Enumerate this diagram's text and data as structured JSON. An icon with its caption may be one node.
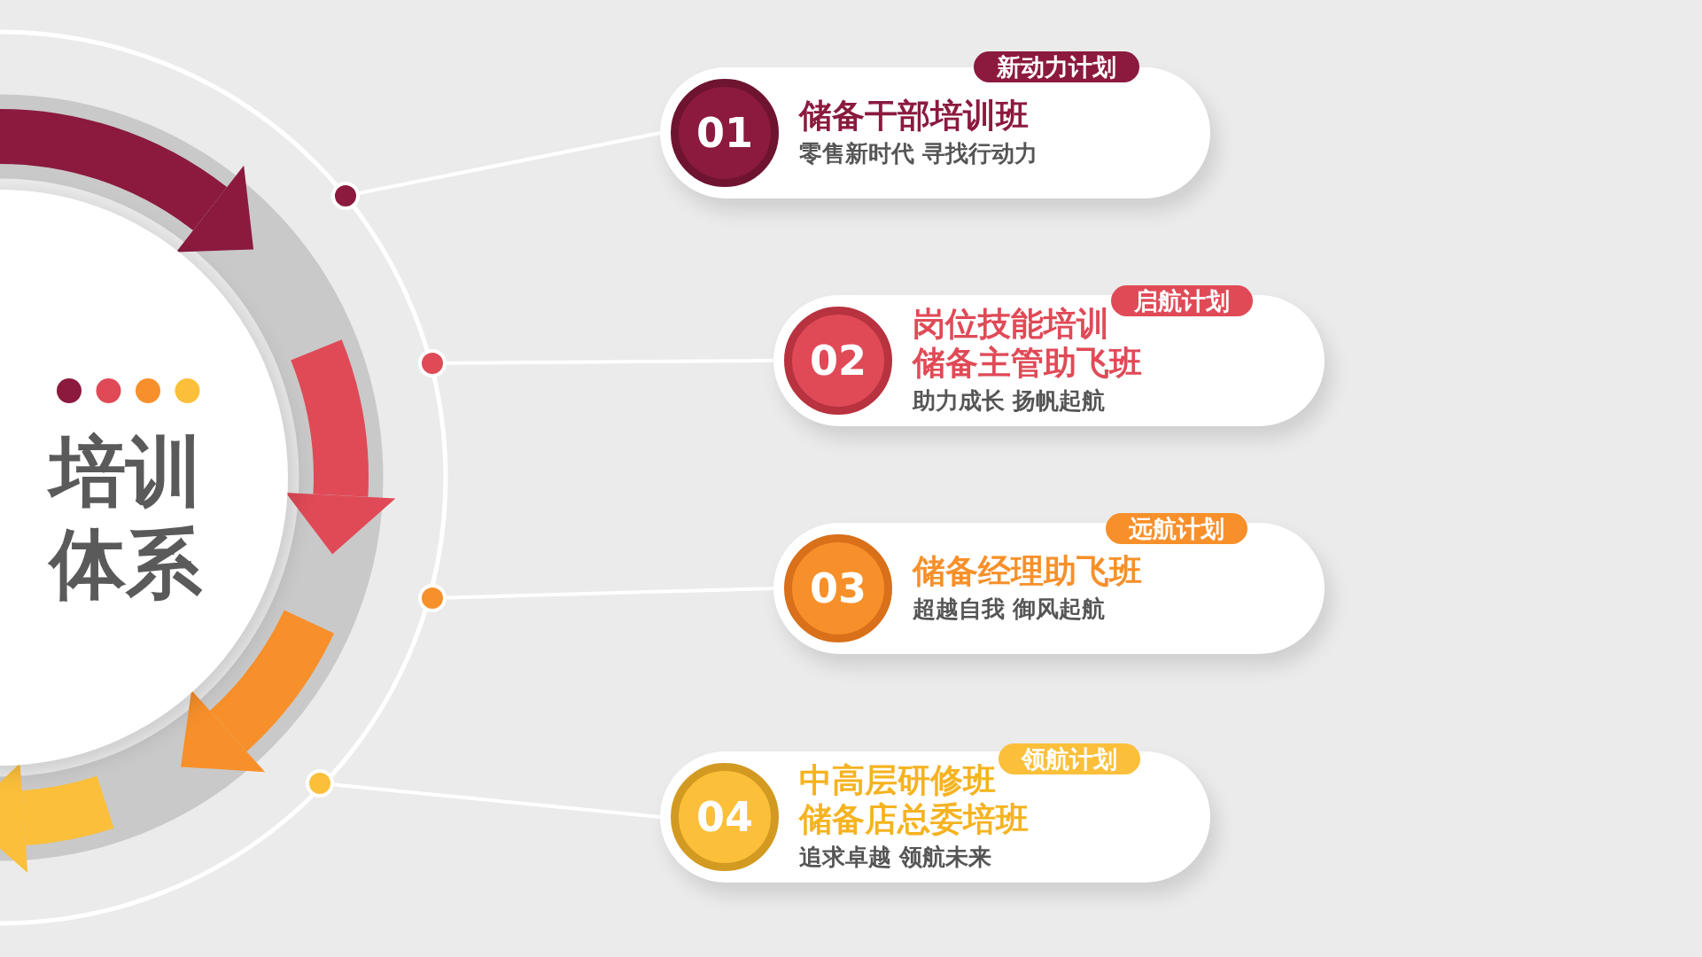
{
  "diagram": {
    "title": "培训体系",
    "nodes": [
      {
        "text": [],
        "shape": "circle"
      },
      {
        "text": [],
        "shape": "circle"
      },
      {
        "text": [],
        "shape": "circle"
      },
      {
        "text": [],
        "shape": "circle"
      },
      {
        "text": [
          "储备干部培训班",
          "零售新时代 寻找行动力"
        ]
      },
      {
        "text": [
          "01"
        ],
        "in": 4
      },
      {
        "text": [
          "新动力计划"
        ]
      },
      {
        "text": [
          "岗位技能培训",
          "储备主管助飞班",
          "助力成长 扬帆起航"
        ]
      },
      {
        "text": [
          "02"
        ],
        "in": 7
      },
      {
        "text": [
          "启航计划"
        ]
      },
      {
        "text": [
          "储备经理助飞班",
          "超越自我 御风起航"
        ]
      },
      {
        "text": [
          "03"
        ],
        "in": 10
      },
      {
        "text": [
          "远航计划"
        ]
      },
      {
        "text": [
          "中高层研修班",
          "储备店总委培班",
          "追求卓越 领航未来"
        ]
      },
      {
        "text": [
          "04"
        ],
        "in": 13
      },
      {
        "text": [
          "领航计划"
        ]
      }
    ],
    "edges": [
      {
        "from": 0,
        "to": 4,
        "arrow": "none"
      },
      {
        "from": 1,
        "to": 7,
        "arrow": "none"
      },
      {
        "from": 2,
        "to": 10,
        "arrow": "none"
      },
      {
        "from": 3,
        "to": 13,
        "arrow": "none"
      }
    ]
  }
}
